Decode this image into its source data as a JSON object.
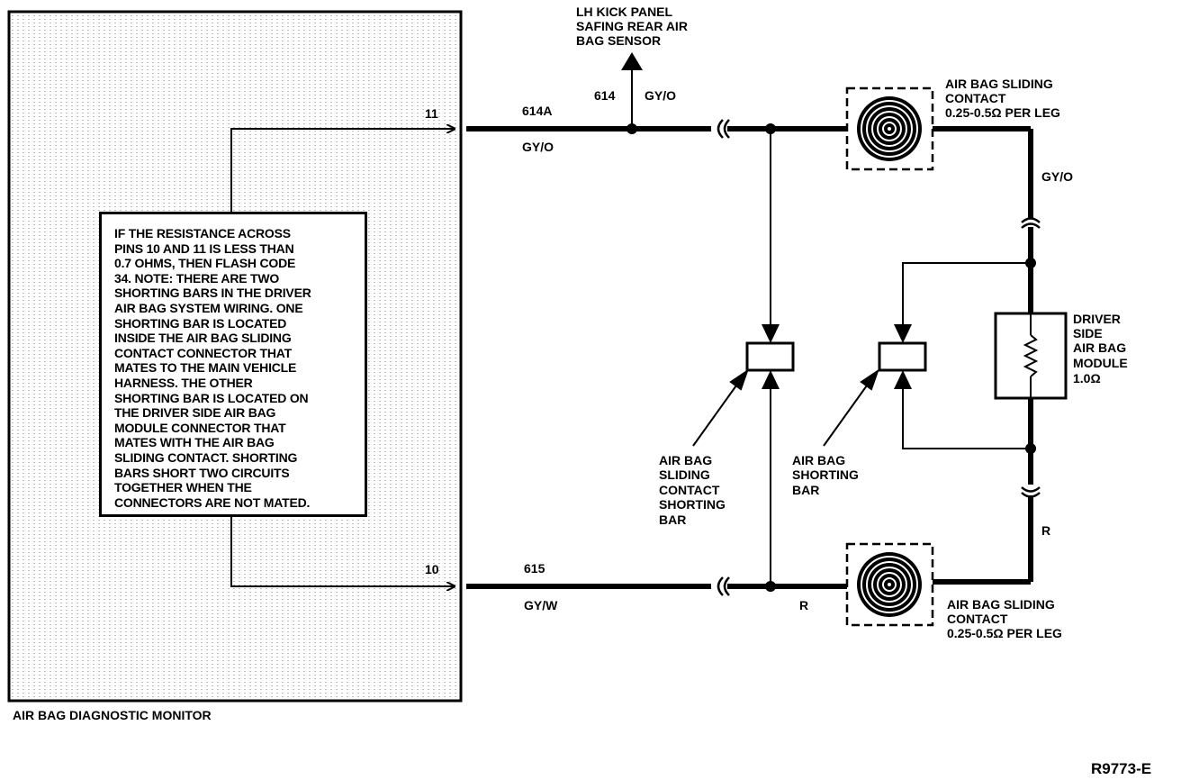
{
  "monitor": {
    "title": "AIR BAG DIAGNOSTIC MONITOR",
    "pin_top": "11",
    "pin_bottom": "10"
  },
  "note": {
    "text": "IF THE RESISTANCE ACROSS\nPINS 10 AND 11 IS LESS THAN\n0.7 OHMS, THEN FLASH CODE\n34. NOTE: THERE ARE TWO\nSHORTING BARS IN THE DRIVER\nAIR BAG SYSTEM WIRING. ONE\nSHORTING BAR IS LOCATED\nINSIDE THE AIR BAG SLIDING\nCONTACT CONNECTOR THAT\nMATES TO THE MAIN VEHICLE\nHARNESS. THE OTHER\nSHORTING BAR IS LOCATED ON\nTHE DRIVER SIDE AIR BAG\nMODULE CONNECTOR THAT\nMATES WITH THE AIR BAG\nSLIDING CONTACT. SHORTING\nBARS SHORT TWO CIRCUITS\nTOGETHER WHEN THE\nCONNECTORS ARE NOT MATED."
  },
  "sensor": {
    "line1": "LH KICK PANEL",
    "line2": "SAFING REAR AIR",
    "line3": "BAG SENSOR",
    "circuit": "614",
    "color": "GY/O"
  },
  "wires": {
    "top_circuit": "614A",
    "top_color": "GY/O",
    "bottom_circuit": "615",
    "bottom_color": "GY/W",
    "bottom_right_color": "R",
    "right_top_color": "GY/O",
    "right_bottom_color": "R"
  },
  "sliding_contact_top": {
    "line1": "AIR BAG SLIDING",
    "line2": "CONTACT",
    "line3": "0.25-0.5Ω PER LEG"
  },
  "sliding_contact_bottom": {
    "line1": "AIR BAG SLIDING",
    "line2": "CONTACT",
    "line3": "0.25-0.5Ω PER LEG"
  },
  "module": {
    "line1": "DRIVER",
    "line2": "SIDE",
    "line3": "AIR BAG",
    "line4": "MODULE",
    "line5": "1.0Ω"
  },
  "shorting_bar_left": {
    "line1": "AIR BAG",
    "line2": "SLIDING",
    "line3": "CONTACT",
    "line4": "SHORTING",
    "line5": "BAR"
  },
  "shorting_bar_right": {
    "line1": "AIR BAG",
    "line2": "SHORTING",
    "line3": "BAR"
  },
  "figure_id": "R9773-E"
}
